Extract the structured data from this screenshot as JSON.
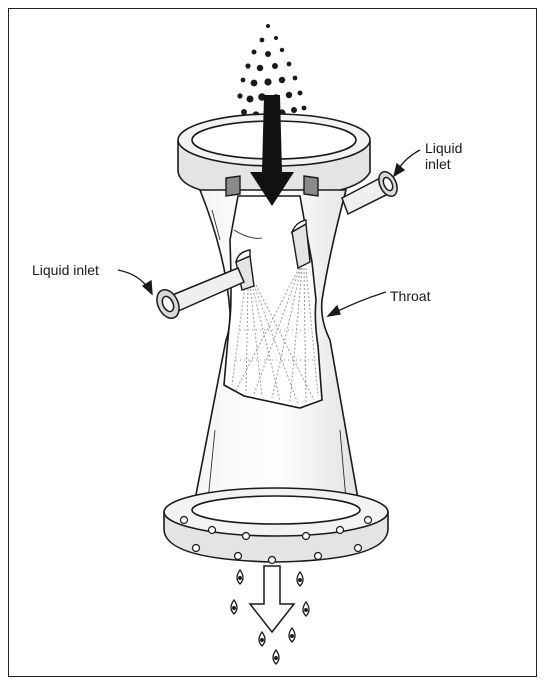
{
  "labels": {
    "liquid_inlet_right": "Liquid\ninlet",
    "liquid_inlet_left": "Liquid inlet",
    "throat": "Throat"
  },
  "colors": {
    "ink": "#1a1a1a",
    "light_fill": "#e4e4e4",
    "mid_fill": "#c8c8c8",
    "spray": "#bdbdbd"
  },
  "icons": {
    "inflow_particles": "particles",
    "flow_arrows": "arrow-down",
    "outflow_droplets": "droplet"
  }
}
